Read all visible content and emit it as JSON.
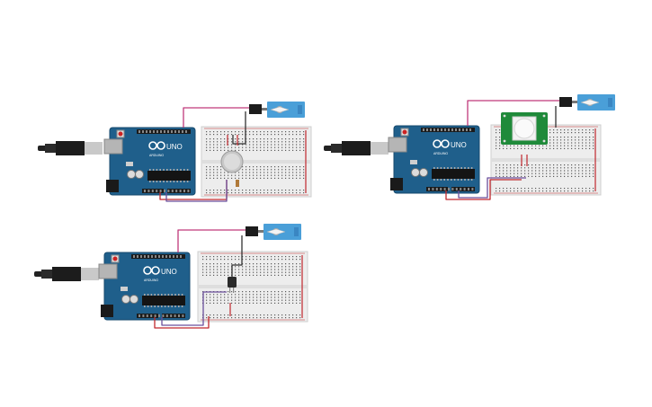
{
  "canvas": {
    "background": "#ffffff"
  },
  "board": {
    "model_label": "UNO",
    "brand_label": "ARDUINO",
    "color": "#1f5f8b"
  },
  "circuits": [
    {
      "name": "servo-potentiometer",
      "sensor": "potentiometer",
      "sensor_icon": "potentiometer-knob-icon"
    },
    {
      "name": "servo-pir-sensor",
      "sensor": "pir-motion-sensor",
      "sensor_icon": "pir-sensor-icon"
    },
    {
      "name": "servo-tilt-sensor",
      "sensor": "tilt-sensor",
      "sensor_icon": "tilt-sensor-icon"
    }
  ],
  "colors": {
    "wire_servo": "#c0397b",
    "wire_signal": "#6b4f9c",
    "wire_power": "#c0282d",
    "wire_ground": "#333333",
    "breadboard": "#ededed",
    "servo_body": "#4a9fd8",
    "pir_board": "#1f8a3a"
  }
}
